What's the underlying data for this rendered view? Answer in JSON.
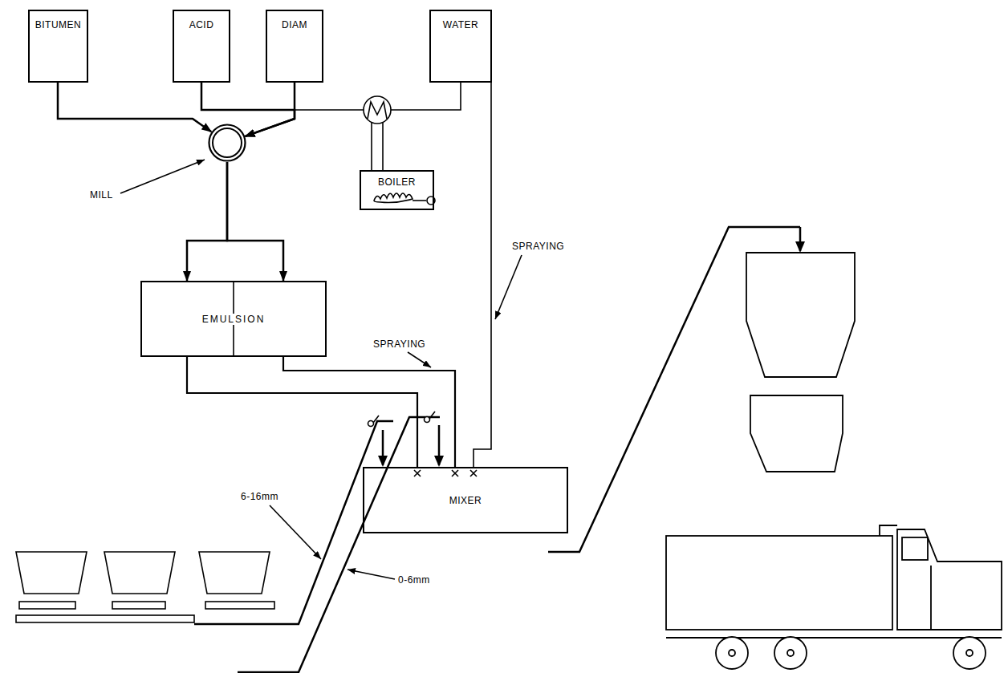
{
  "diagram": {
    "nodes": [
      {
        "text": [
          "BITUMEN"
        ]
      },
      {
        "text": [
          "ACID"
        ]
      },
      {
        "text": [
          "DIAM"
        ]
      },
      {
        "text": [
          "WATER"
        ]
      },
      {
        "text": [
          "MILL"
        ]
      },
      {
        "text": [
          "BOILER"
        ]
      },
      {
        "text": [
          "EMULSION"
        ]
      },
      {
        "text": [
          "MIXER"
        ]
      }
    ],
    "edges": [
      {
        "from": 0,
        "to": 4,
        "arrow": "to"
      },
      {
        "from": 1,
        "to": 4,
        "arrow": "to"
      },
      {
        "from": 2,
        "to": 4,
        "arrow": "to"
      },
      {
        "from": 3,
        "to": 4,
        "arrow": "to"
      },
      {
        "from": 4,
        "to": 6,
        "arrow": "to"
      },
      {
        "from": 4,
        "to": 6,
        "arrow": "to"
      },
      {
        "from": 6,
        "to": 7,
        "arrow": "none"
      },
      {
        "from": 6,
        "to": 7,
        "arrow": "none"
      },
      {
        "from": 3,
        "to": 7,
        "arrow": "none"
      }
    ],
    "labels": [
      "SPRAYING",
      "SPRAYING",
      "6-16mm",
      "0-6mm"
    ]
  }
}
